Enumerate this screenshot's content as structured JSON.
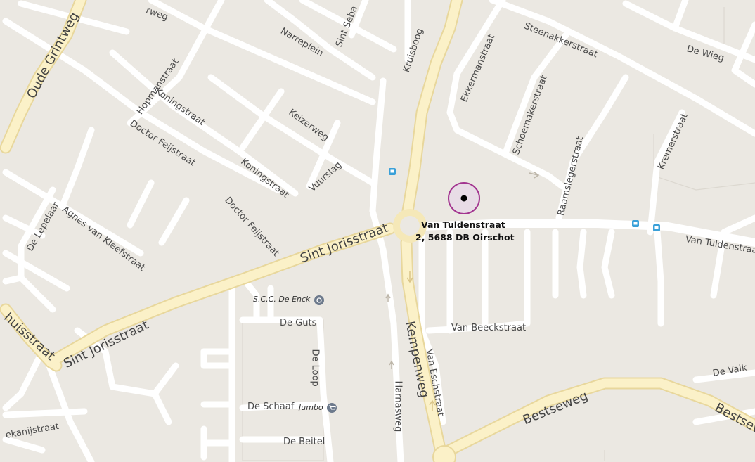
{
  "map": {
    "colors": {
      "land": "#ebe8e2",
      "road": "#ffffff",
      "major_road": "#fbf1c8",
      "major_road_edge": "#eddca0",
      "pin_stroke": "#a2348f",
      "pin_fill": "#e8dce6"
    },
    "pin": {
      "line1": "Van Tuldenstraat",
      "line2": "2, 5688 DB Oirschot"
    },
    "streets": {
      "oude_grintweg": "Oude Grintweg",
      "sint_jorisstraat_1": "Sint Jorisstraat",
      "sint_jorisstraat_2": "Sint Jorisstraat",
      "kempenweg": "Kempenweg",
      "bestseweg_1": "Bestseweg",
      "bestseweg_2": "Bestsew",
      "van_tuldenstraat": "Van Tuldenstraa",
      "narreplein": "Narreplein",
      "sint_seb": "Sint Seba",
      "kruisboog": "Kruisboog",
      "ekkermanstraat": "Ekkermanstraat",
      "steenakkerstraat": "Steenakkerstraat",
      "de_wieg": "De Wieg",
      "hopmanstraat": "Hopmanstraat",
      "koningstraat_1": "Koningstraat",
      "koningstraat_2": "Koningstraat",
      "keizerweg": "Keizerweg",
      "doctor_feijstraat_1": "Doctor Feijstraat",
      "doctor_feijstraat_2": "Doctor Feijstraat",
      "vuurslag": "Vuurslag",
      "schoemakerstraat": "Schoemakerstraat",
      "raamslegerstraat": "Raamslegerstraat",
      "kremerstraat": "Kremerstraat",
      "de_lepelaar": "De Lepelaar",
      "agnes": "Agnes van Kleefstraat",
      "huisstraat": "huisstraat",
      "de_guts": "De Guts",
      "de_loop": "De Loop",
      "van_beeckstraat": "Van Beeckstraat",
      "van_eschstraat": "Van Eschstraat",
      "harnasweg": "Harnasweg",
      "de_valk": "De Valk",
      "de_schaaf": "De Schaaf",
      "de_beitel": "De Beitel",
      "ekanijstraat": "ekanijstraat",
      "rweg": "rweg"
    },
    "pois": {
      "scc": "S.C.C. De Enck",
      "jumbo": "Jumbo"
    },
    "icons": [
      "bus-stop-icon",
      "sports-icon",
      "shopping-cart-icon",
      "location-pin-icon"
    ]
  }
}
